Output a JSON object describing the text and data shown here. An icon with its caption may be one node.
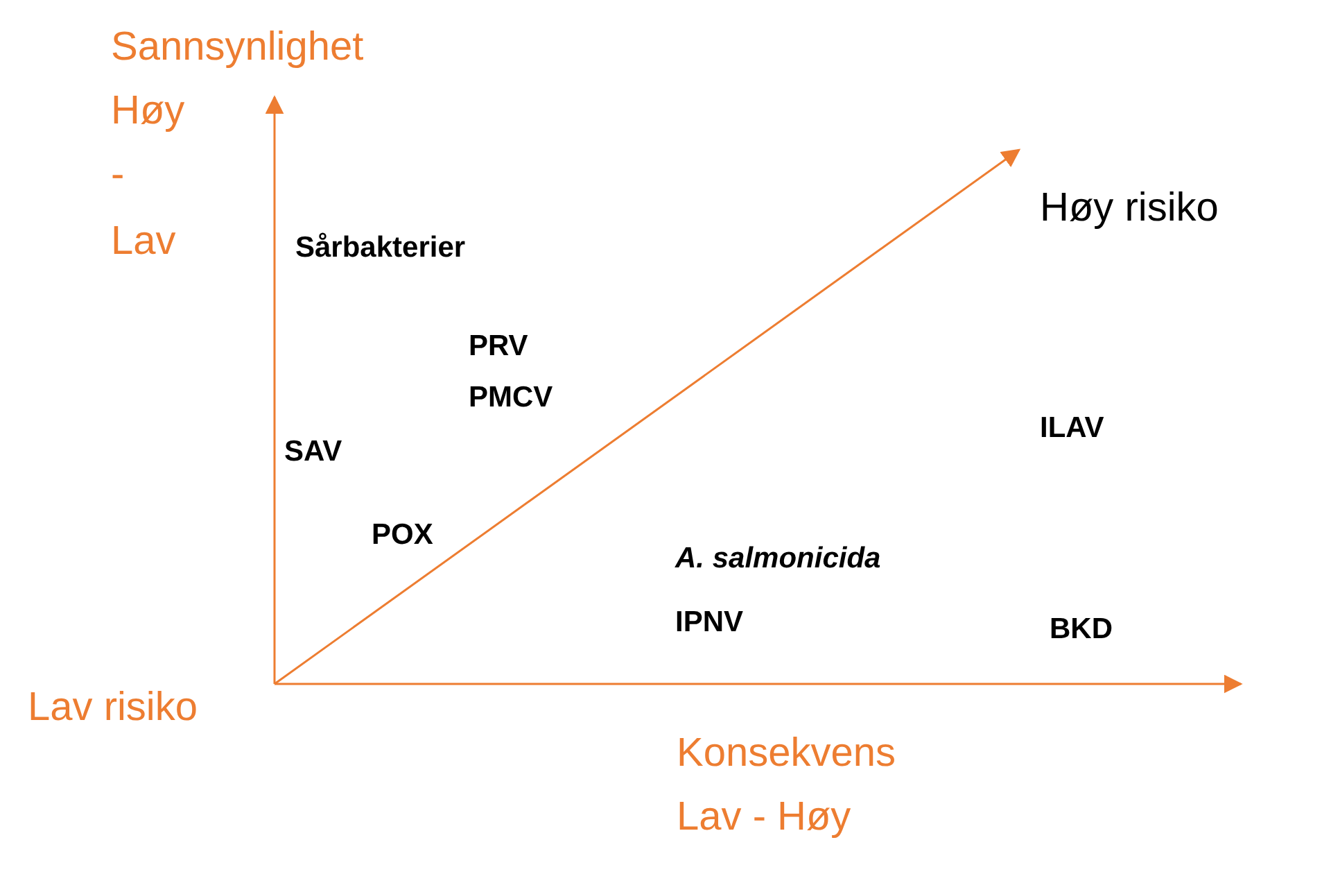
{
  "diagram": {
    "labels": [
      "Sannsynlighet",
      "Høy",
      "-",
      "Lav",
      "Høy risiko",
      "Sårbakterier",
      "PRV",
      "PMCV",
      "ILAV",
      "SAV",
      "POX",
      "A. salmonicida",
      "IPNV",
      "BKD",
      "Lav risiko",
      "Konsekvens",
      "Lav - Høy"
    ]
  }
}
